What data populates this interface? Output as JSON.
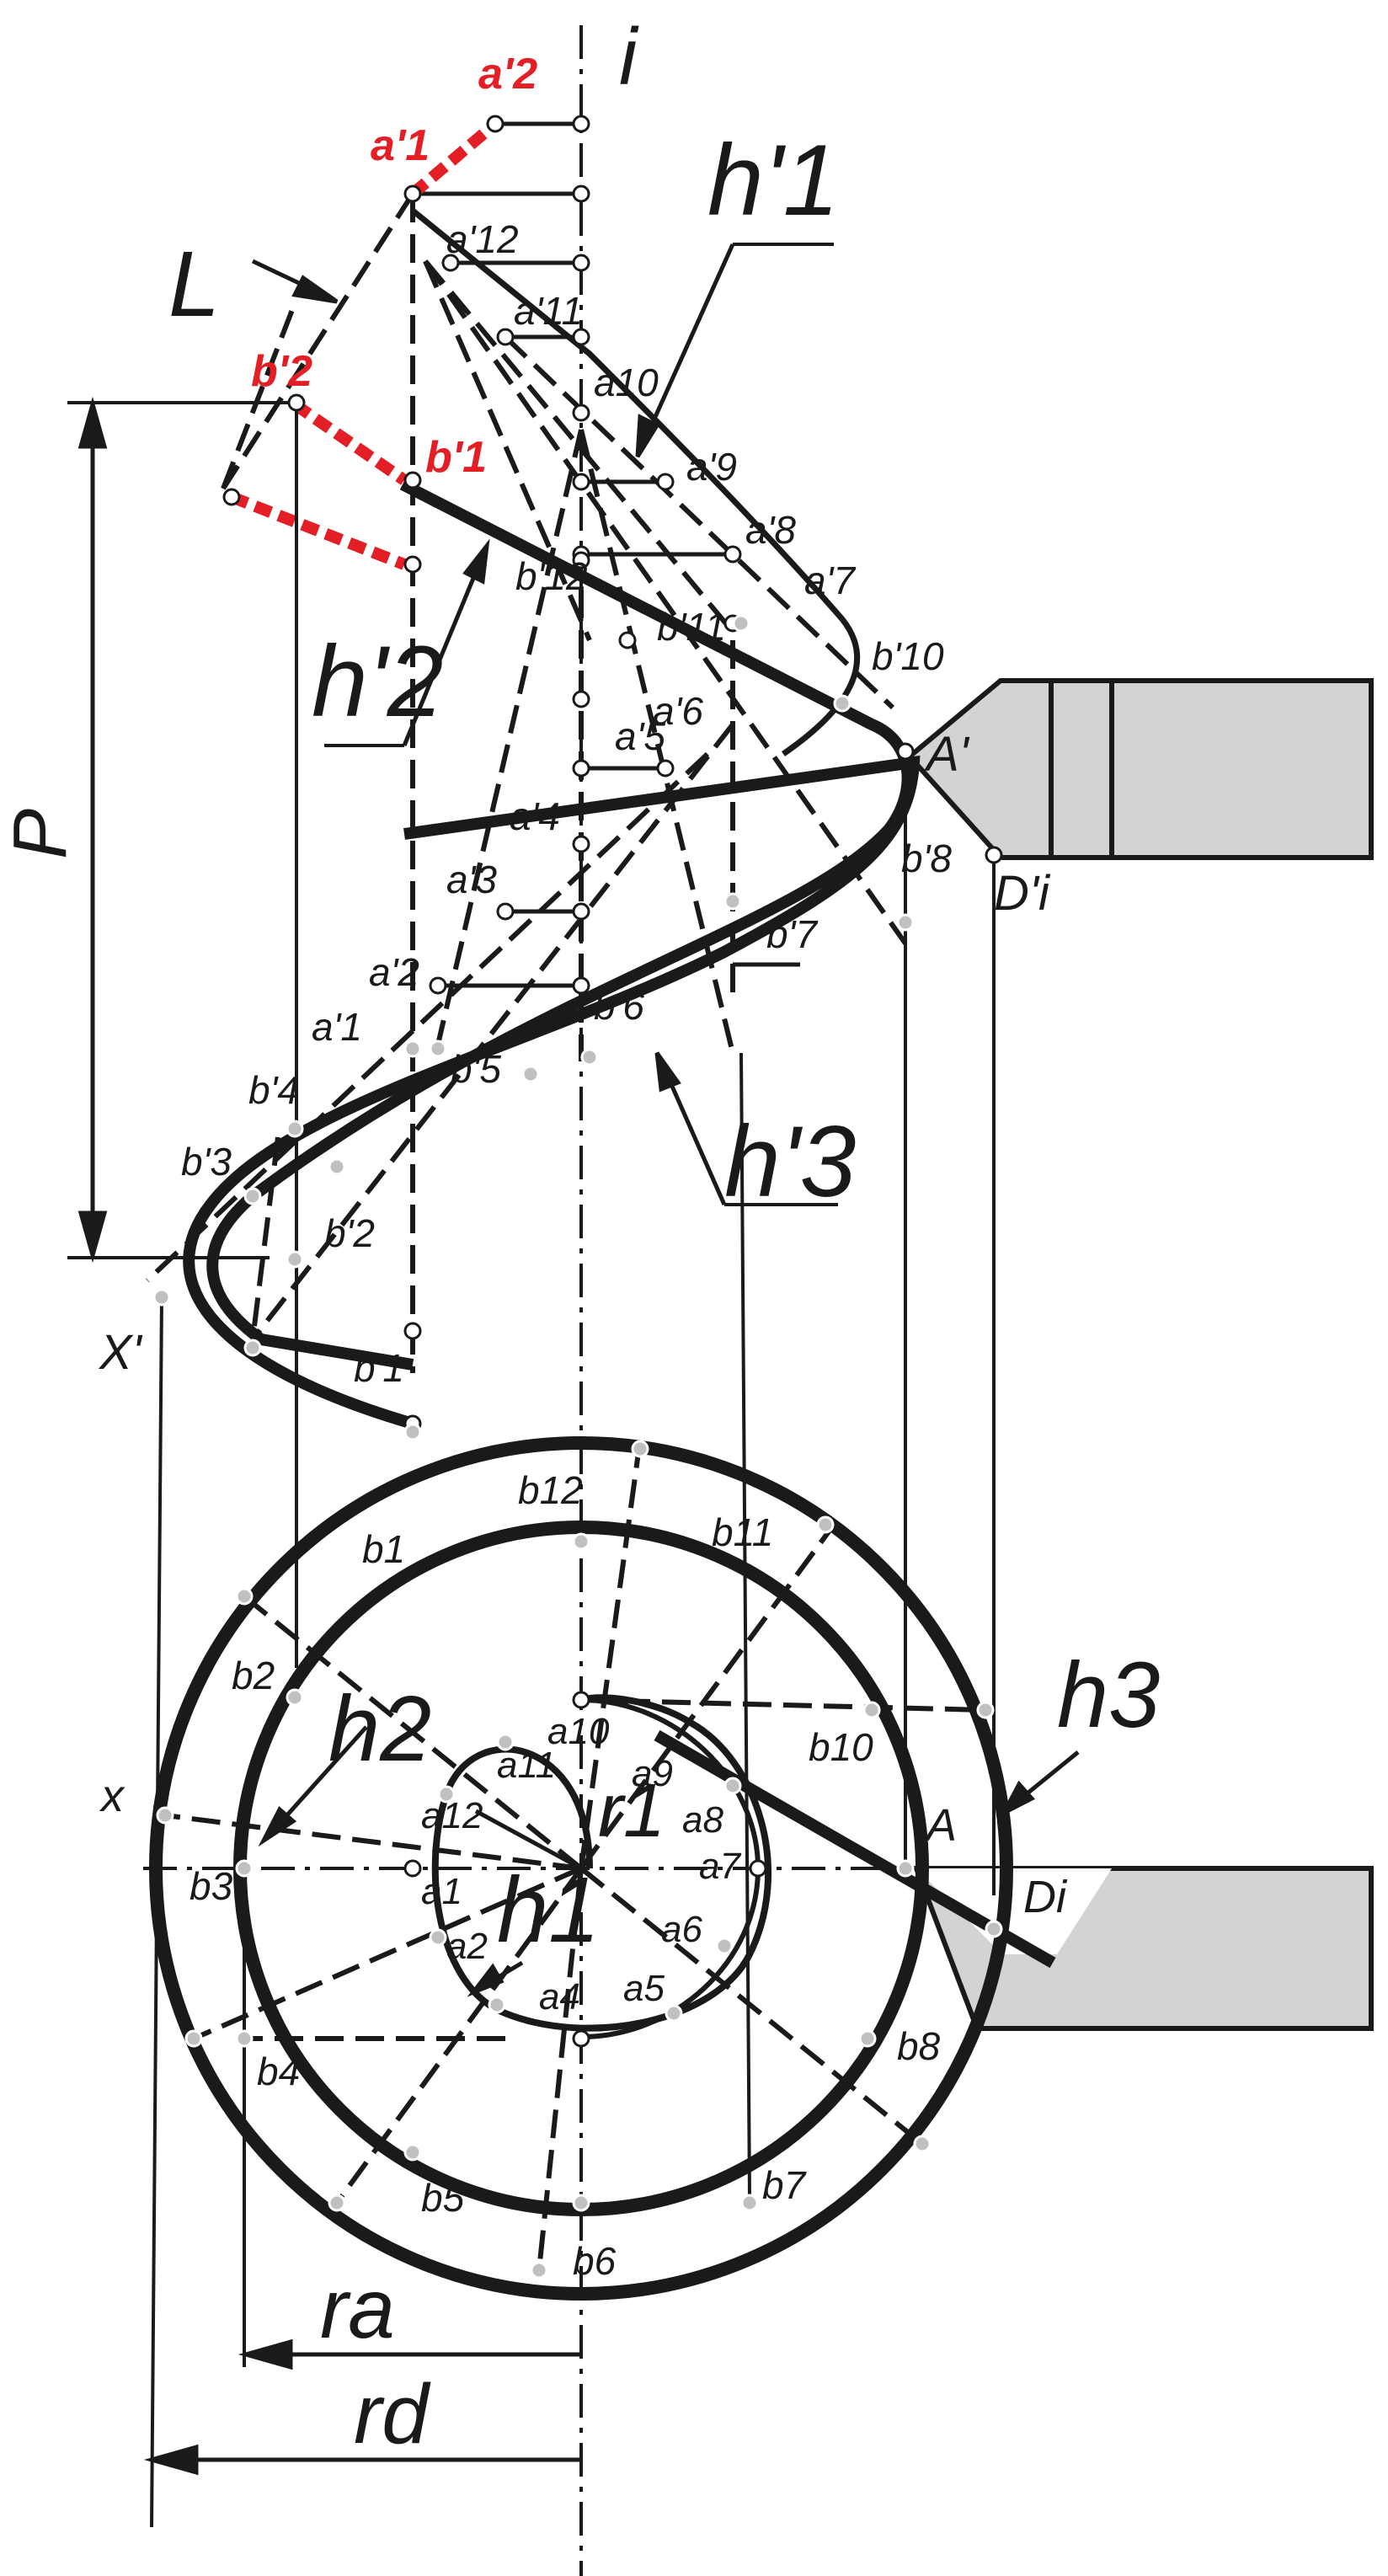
{
  "axis": {
    "label": "i"
  },
  "front_view": {
    "a_points": [
      "a'1",
      "a'2",
      "a'3",
      "a'4",
      "a'5",
      "a'6",
      "a'7",
      "a'8",
      "a'9",
      "a10",
      "a'11",
      "a'12"
    ],
    "b_points": [
      "b'1",
      "b'2",
      "b'3",
      "b'4",
      "b'5",
      "b'6",
      "b'7",
      "b'8",
      "b'10",
      "b'11",
      "b'12"
    ],
    "red_labels": [
      "a'1",
      "a'2",
      "b'2",
      "b'1"
    ],
    "special_points": [
      "A'",
      "D'i",
      "X'"
    ],
    "curves": [
      "h'1",
      "h'2",
      "h'3"
    ],
    "line_label": "L",
    "pitch_label": "P"
  },
  "top_view": {
    "a_points": [
      "a1",
      "a2",
      "a4",
      "a5",
      "a6",
      "a7",
      "a8",
      "a9",
      "a10",
      "a11",
      "a12"
    ],
    "b_points": [
      "b1",
      "b2",
      "b3",
      "b4",
      "b5",
      "b6",
      "b7",
      "b8",
      "b10",
      "b11",
      "b12"
    ],
    "special_points": [
      "A",
      "Di",
      "x"
    ],
    "curves": [
      "h1",
      "h2",
      "h3"
    ],
    "radius_label": "r1"
  },
  "dimensions": {
    "ra": "ra",
    "rd": "rd"
  },
  "colors": {
    "ink": "#1a1a1a",
    "highlight": "#e41e25",
    "tool_fill": "#d3d3d3"
  }
}
